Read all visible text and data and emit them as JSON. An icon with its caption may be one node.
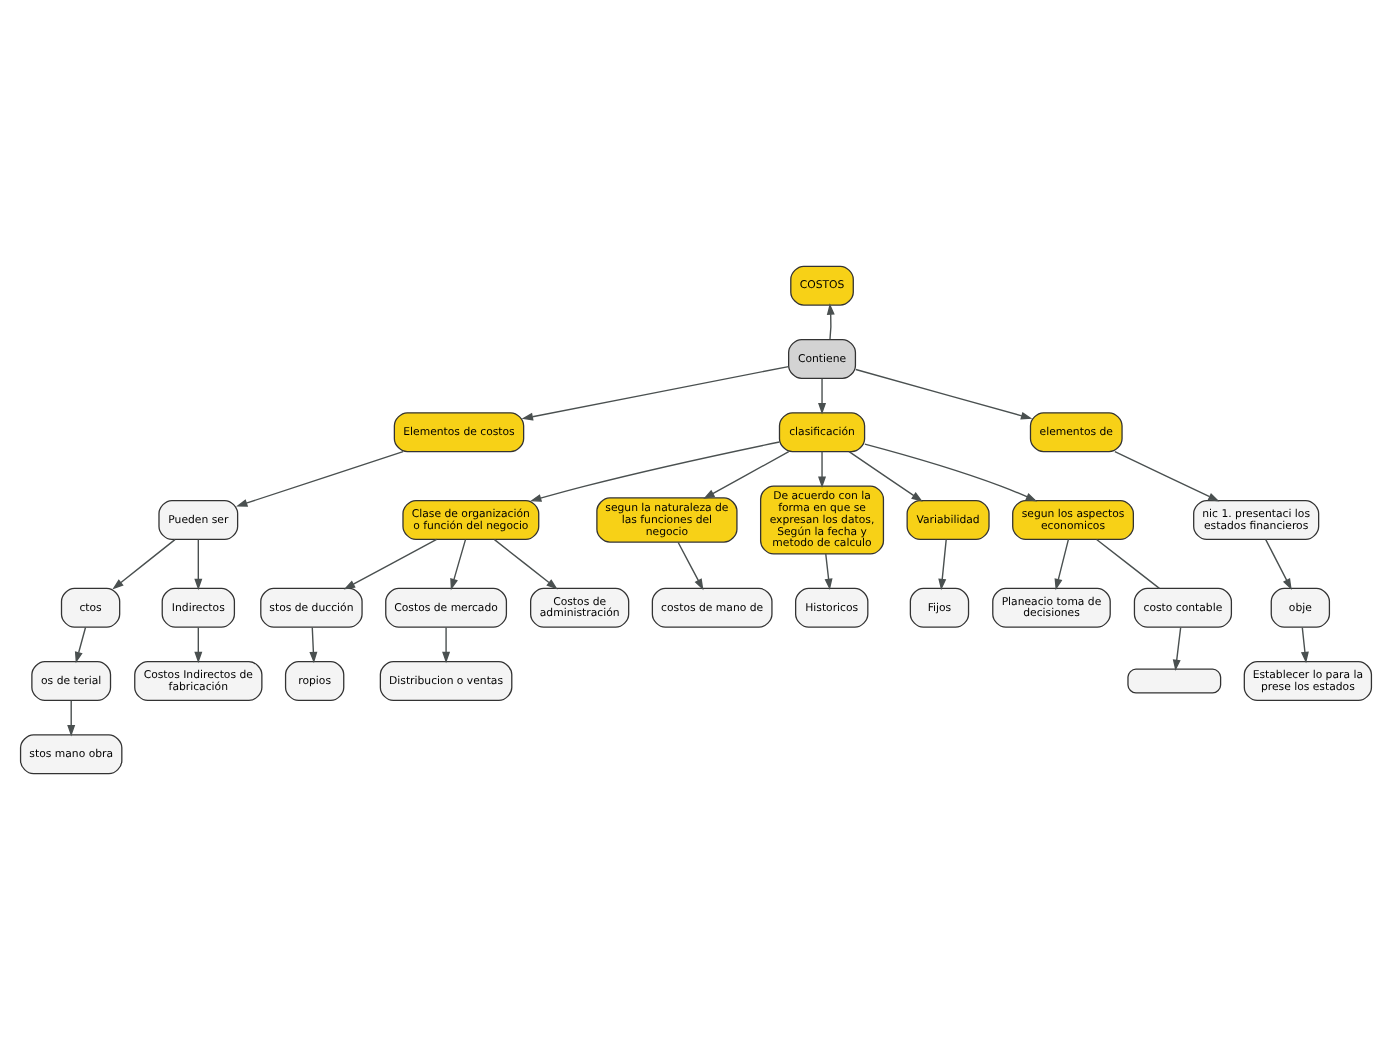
{
  "diagram": {
    "nodes": [
      {
        "text": [
          "COSTOS"
        ]
      },
      {
        "text": [
          "Contiene"
        ]
      },
      {
        "text": [
          "Elementos de costos"
        ]
      },
      {
        "text": [
          "clasificación"
        ]
      },
      {
        "text": [
          "elementos de"
        ]
      },
      {
        "text": [
          "Pueden ser"
        ]
      },
      {
        "text": [
          "ctos"
        ]
      },
      {
        "text": [
          "Indirectos"
        ]
      },
      {
        "text": [
          "os de terial"
        ]
      },
      {
        "text": [
          "Costos Indirectos de fabricación"
        ]
      },
      {
        "text": [
          "stos mano obra"
        ]
      },
      {
        "text": [
          "nic 1. presentaci los estados financieros"
        ]
      },
      {
        "text": [
          "obje"
        ]
      },
      {
        "text": [
          "Establecer lo para la prese los estados"
        ]
      },
      {
        "text": [
          "Clase de organización o función del negocio"
        ]
      },
      {
        "text": [
          "segun la naturaleza de las funciones del negocio"
        ]
      },
      {
        "text": [
          "De acuerdo con la forma en que se expresan los datos, Según la fecha y metodo de calculo"
        ]
      },
      {
        "text": [
          "Variabilidad"
        ]
      },
      {
        "text": [
          "segun los aspectos economicos"
        ]
      },
      {
        "text": [
          "Planeacio toma de decisiones"
        ]
      },
      {
        "text": [
          "stos de ducción"
        ]
      },
      {
        "text": [
          "Costos de mercado"
        ]
      },
      {
        "text": [
          "Costos de administración"
        ]
      },
      {
        "text": [
          "costo contable"
        ]
      },
      {
        "text": [
          "ropios"
        ]
      },
      {
        "text": [
          "Distribucion o ventas"
        ]
      },
      {
        "text": [
          "costos de mano de"
        ]
      },
      {
        "text": [
          "Historicos"
        ]
      },
      {
        "text": [
          "Fijos"
        ]
      },
      {
        "text": [],
        "shape": "box"
      }
    ],
    "edges": [
      {
        "from": 1,
        "to": 0,
        "arrow": "to"
      },
      {
        "from": 1,
        "to": 2,
        "arrow": "to"
      },
      {
        "from": 1,
        "to": 3,
        "arrow": "to"
      },
      {
        "from": 1,
        "to": 4,
        "arrow": "to"
      },
      {
        "from": 2,
        "to": 5,
        "arrow": "to"
      },
      {
        "from": 5,
        "to": 6,
        "arrow": "to"
      },
      {
        "from": 5,
        "to": 7,
        "arrow": "to"
      },
      {
        "from": 6,
        "to": 8,
        "arrow": "to"
      },
      {
        "from": 7,
        "to": 9,
        "arrow": "to"
      },
      {
        "from": 8,
        "to": 10,
        "arrow": "to"
      },
      {
        "from": 4,
        "to": 11,
        "arrow": "to"
      },
      {
        "from": 11,
        "to": 12,
        "arrow": "to"
      },
      {
        "from": 12,
        "to": 13,
        "arrow": "to"
      },
      {
        "from": 3,
        "to": 14,
        "arrow": "to"
      },
      {
        "from": 3,
        "to": 15,
        "arrow": "to"
      },
      {
        "from": 3,
        "to": 16,
        "arrow": "to"
      },
      {
        "from": 3,
        "to": 17,
        "arrow": "to"
      },
      {
        "from": 3,
        "to": 18,
        "arrow": "to"
      },
      {
        "from": 18,
        "to": 19,
        "arrow": "to"
      },
      {
        "from": 14,
        "to": 20,
        "arrow": "to"
      },
      {
        "from": 14,
        "to": 21,
        "arrow": "to"
      },
      {
        "from": 14,
        "to": 22,
        "arrow": "to"
      },
      {
        "from": 18,
        "to": 23,
        "arrow": "none"
      },
      {
        "from": 20,
        "to": 24,
        "arrow": "to"
      },
      {
        "from": 21,
        "to": 25,
        "arrow": "to"
      },
      {
        "from": 15,
        "to": 26,
        "arrow": "to"
      },
      {
        "from": 16,
        "to": 27,
        "arrow": "to"
      },
      {
        "from": 17,
        "to": 28,
        "arrow": "to"
      },
      {
        "from": 23,
        "to": 29,
        "arrow": "to"
      }
    ]
  }
}
